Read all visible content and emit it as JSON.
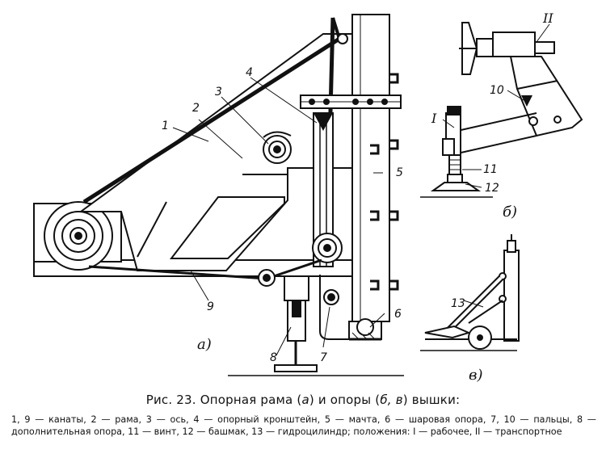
{
  "figure": {
    "labels": {
      "l1": "1",
      "l2": "2",
      "l3": "3",
      "l4": "4",
      "l5": "5",
      "l6": "6",
      "l7": "7",
      "l8": "8",
      "l9": "9",
      "l10": "10",
      "l11": "11",
      "l12": "12",
      "l13": "13",
      "pos1": "I",
      "pos2": "II"
    },
    "subfig": {
      "a": "а)",
      "b": "б)",
      "v": "в)"
    }
  },
  "caption": {
    "prefix": "Рис. 23. Опорная рама (",
    "a": "а",
    "middle": ") и опоры (",
    "bv": "б, в",
    "suffix": ") вышки:"
  },
  "legend": {
    "text": "1, 9 — канаты, 2 — рама, 3 — ось, 4 — опорный кронштейн, 5 — мачта, 6 — шаровая опора, 7, 10 — пальцы, 8 — дополнительная опора, 11 — винт, 12 — башмак, 13 — гидроцилиндр; положения: I — рабочее, II — транспортное"
  }
}
